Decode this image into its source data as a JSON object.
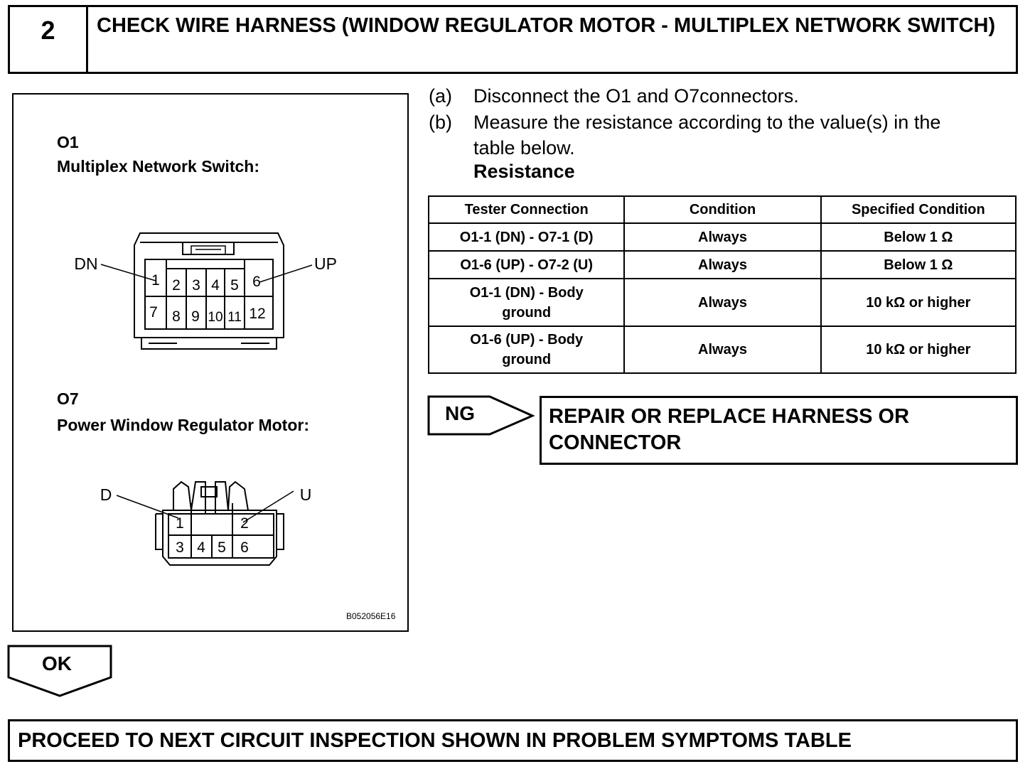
{
  "header": {
    "step_number": "2",
    "title": "CHECK WIRE HARNESS (WINDOW REGULATOR MOTOR - MULTIPLEX NETWORK SWITCH)"
  },
  "figure": {
    "connector_o1": {
      "id": "O1",
      "name": "Multiplex Network Switch:",
      "left_label": "DN",
      "right_label": "UP",
      "pins_top": [
        "1",
        "2",
        "3",
        "4",
        "5",
        "6"
      ],
      "pins_bottom": [
        "7",
        "8",
        "9",
        "10",
        "11",
        "12"
      ]
    },
    "connector_o7": {
      "id": "O7",
      "name": "Power Window Regulator Motor:",
      "left_label": "D",
      "right_label": "U",
      "pins_top": [
        "1",
        "2"
      ],
      "pins_bottom": [
        "3",
        "4",
        "5",
        "6"
      ]
    },
    "figure_code": "B052056E16"
  },
  "instructions": {
    "steps": [
      {
        "letter": "(a)",
        "text": "Disconnect the O1 and O7connectors."
      },
      {
        "letter": "(b)",
        "text": "Measure the resistance according to the value(s) in the",
        "text2": "table below."
      }
    ],
    "resistance_label": "Resistance"
  },
  "table": {
    "headers": [
      "Tester Connection",
      "Condition",
      "Specified Condition"
    ],
    "rows": [
      {
        "connection": "O1-1 (DN) - O7-1 (D)",
        "connection2": "",
        "condition": "Always",
        "spec": "Below 1 Ω"
      },
      {
        "connection": "O1-6 (UP) - O7-2 (U)",
        "connection2": "",
        "condition": "Always",
        "spec": "Below 1 Ω"
      },
      {
        "connection": "O1-1 (DN) - Body",
        "connection2": "ground",
        "condition": "Always",
        "spec": "10 kΩ or higher"
      },
      {
        "connection": "O1-6 (UP) - Body",
        "connection2": "ground",
        "condition": "Always",
        "spec": "10 kΩ or higher"
      }
    ]
  },
  "ng": {
    "label": "NG",
    "action_line1": "REPAIR OR REPLACE HARNESS OR",
    "action_line2": "CONNECTOR"
  },
  "ok": {
    "label": "OK"
  },
  "footer": {
    "text": "PROCEED TO NEXT CIRCUIT INSPECTION SHOWN IN PROBLEM SYMPTOMS TABLE"
  }
}
